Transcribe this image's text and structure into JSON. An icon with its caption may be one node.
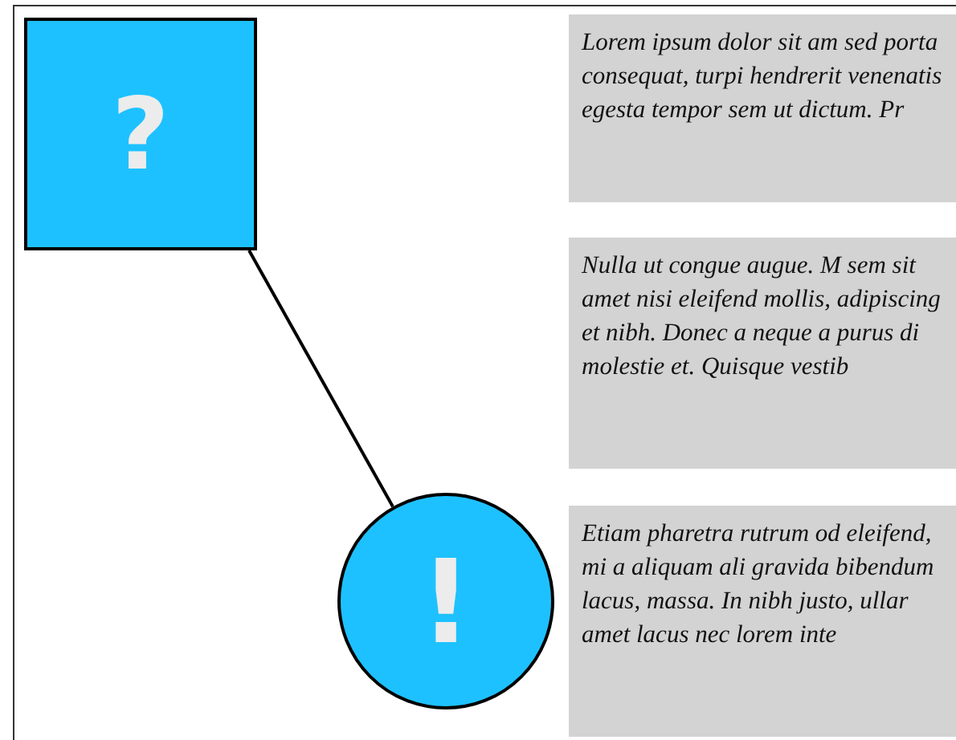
{
  "diagram": {
    "nodes": [
      {
        "text": [
          "?"
        ]
      },
      {
        "text": [
          "Lorem ipsum dolor sit am sed porta consequat, turpi hendrerit venenatis egesta tempor sem ut dictum. Pr"
        ]
      },
      {
        "text": [
          "Nulla ut congue augue. M sem sit amet nisi eleifend mollis, adipiscing et nibh. Donec a neque a purus di molestie et. Quisque vestib"
        ]
      },
      {
        "text": [
          "!"
        ]
      },
      {
        "text": [
          "Etiam pharetra rutrum od eleifend, mi a aliquam ali gravida bibendum lacus, massa. In nibh justo, ullar amet lacus nec lorem inte"
        ]
      }
    ],
    "edges": [
      {
        "from": 0,
        "to": 3,
        "arrow": "none"
      }
    ]
  }
}
